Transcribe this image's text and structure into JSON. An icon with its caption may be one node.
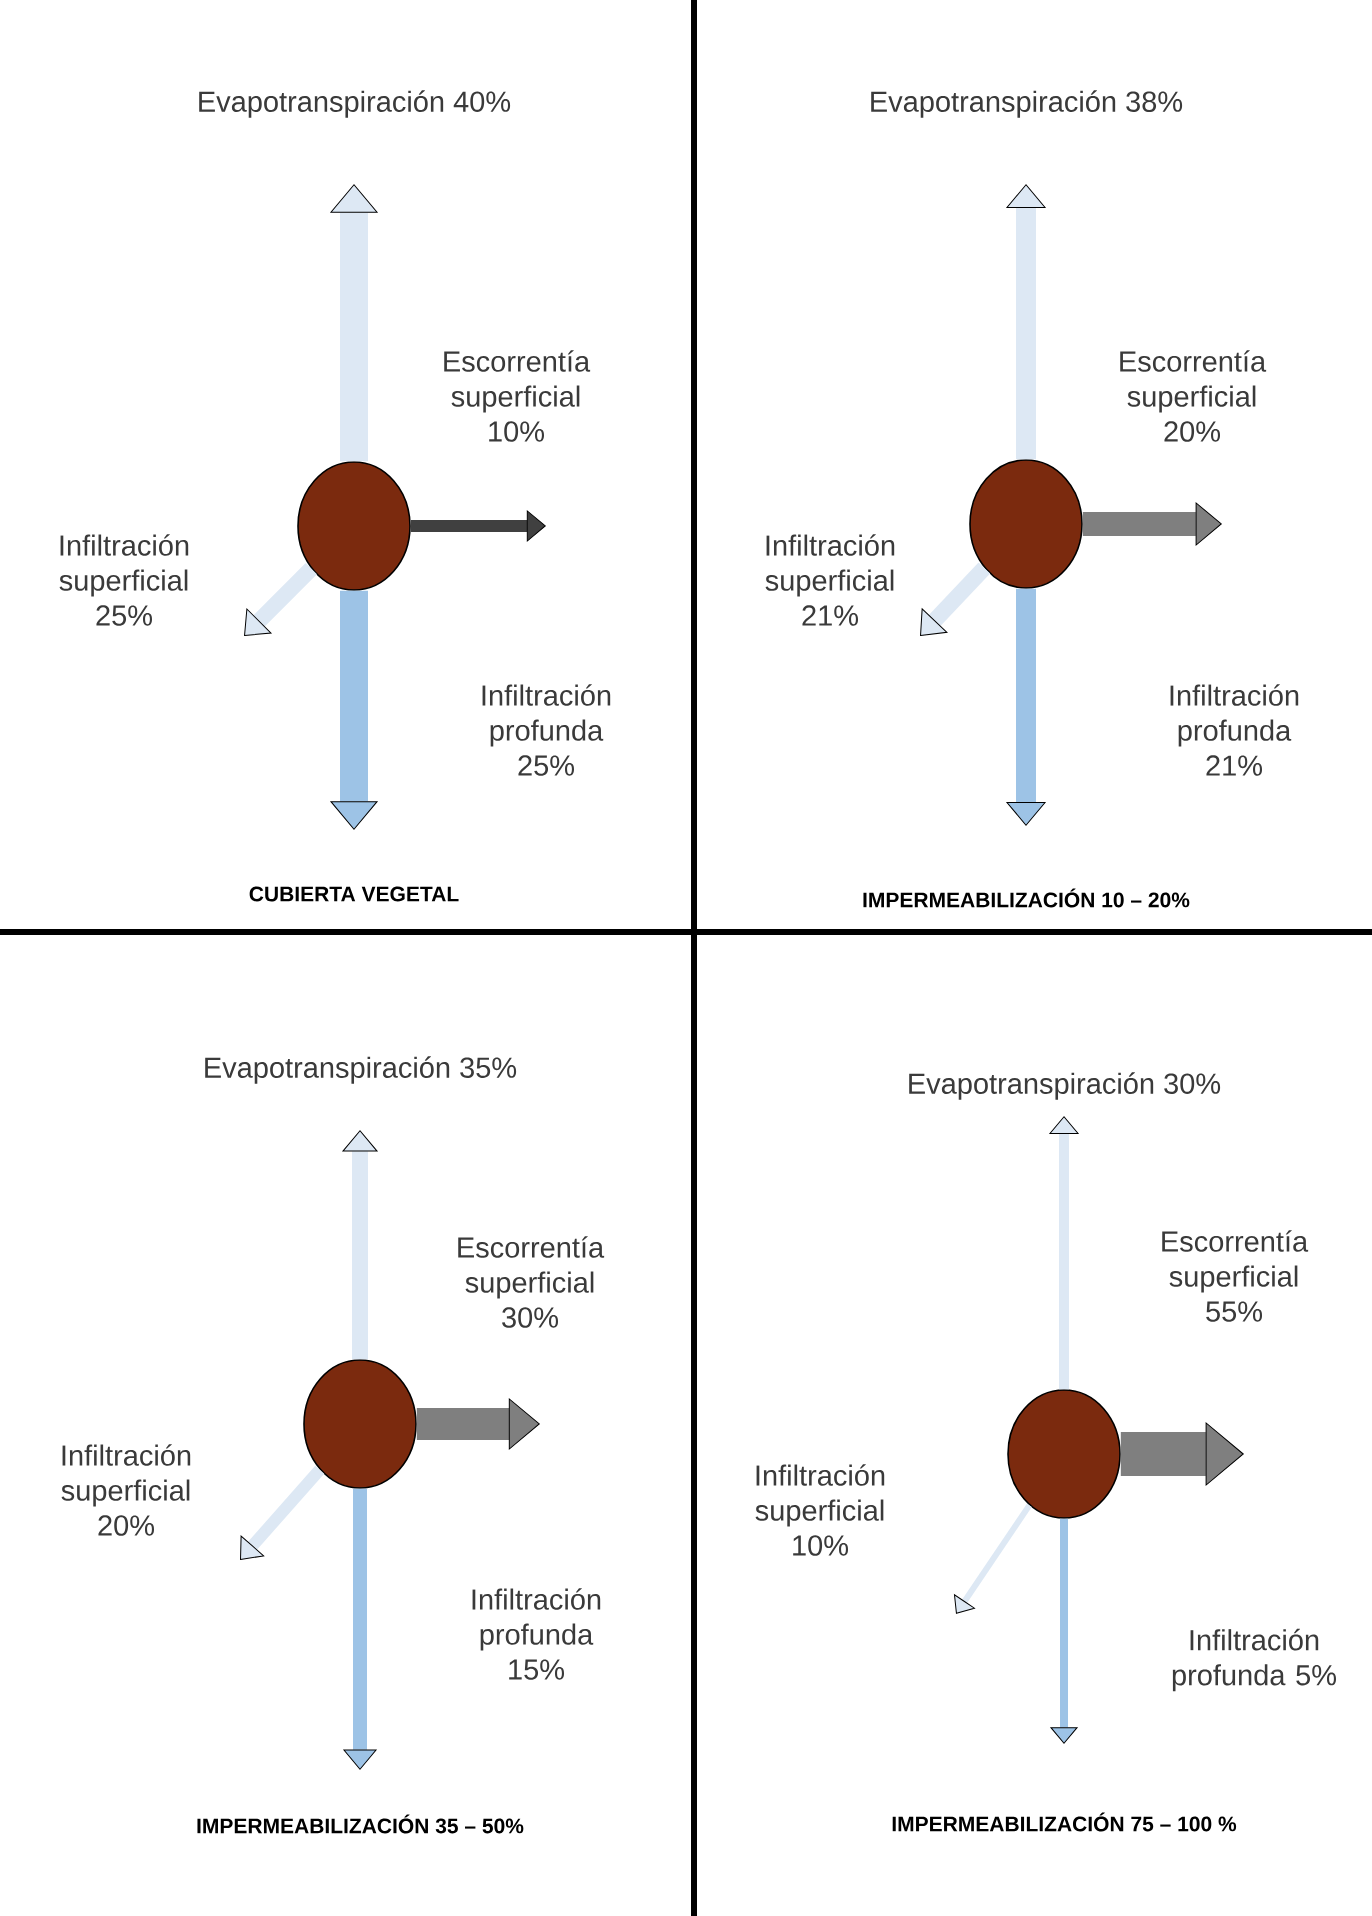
{
  "diagram": {
    "nodes": [
      {
        "text": [],
        "shape": "circle"
      },
      {
        "text": [
          "Evapotranspiración 40%"
        ]
      },
      {
        "text": [
          "Escorrentía superficial 10%"
        ]
      },
      {
        "text": [
          "Infiltración superficial 25%"
        ]
      },
      {
        "text": [
          "Infiltración profunda 25%"
        ]
      },
      {
        "text": [],
        "shape": "circle"
      },
      {
        "text": [
          "Evapotranspiración 38%"
        ]
      },
      {
        "text": [
          "Escorrentía superficial 20%"
        ]
      },
      {
        "text": [
          "Infiltración superficial 21%"
        ]
      },
      {
        "text": [
          "Infiltración profunda 21%"
        ]
      },
      {
        "text": [],
        "shape": "circle"
      },
      {
        "text": [
          "Evapotranspiración 35%"
        ]
      },
      {
        "text": [
          "Escorrentía superficial 30%"
        ]
      },
      {
        "text": [
          "Infiltración superficial 20%"
        ]
      },
      {
        "text": [
          "Infiltración profunda 15%"
        ]
      },
      {
        "text": [],
        "shape": "circle"
      },
      {
        "text": [
          "Evapotranspiración 30%"
        ]
      },
      {
        "text": [
          "Escorrentía superficial 55%"
        ]
      },
      {
        "text": [
          "Infiltración superficial 10%"
        ]
      },
      {
        "text": [
          "Infiltración profunda 5%"
        ]
      }
    ],
    "edges": [
      {
        "from": 0,
        "to": 1,
        "arrow": "to"
      },
      {
        "from": 0,
        "to": 2,
        "arrow": "to",
        "color": "#404040"
      },
      {
        "from": 0,
        "to": 3,
        "arrow": "to"
      },
      {
        "from": 0,
        "to": 4,
        "arrow": "to",
        "color": "#9dc3e6"
      },
      {
        "from": 5,
        "to": 6,
        "arrow": "to"
      },
      {
        "from": 5,
        "to": 7,
        "arrow": "to",
        "color": "#7f7f7f"
      },
      {
        "from": 5,
        "to": 8,
        "arrow": "to"
      },
      {
        "from": 5,
        "to": 9,
        "arrow": "to",
        "color": "#9dc3e6"
      },
      {
        "from": 10,
        "to": 11,
        "arrow": "to"
      },
      {
        "from": 10,
        "to": 12,
        "arrow": "to",
        "style": "thick",
        "color": "#7f7f7f"
      },
      {
        "from": 10,
        "to": 13,
        "arrow": "to"
      },
      {
        "from": 10,
        "to": 14,
        "arrow": "to",
        "color": "#9dc3e6"
      },
      {
        "from": 15,
        "to": 16,
        "arrow": "to"
      },
      {
        "from": 15,
        "to": 17,
        "arrow": "to",
        "style": "thick",
        "color": "#7f7f7f"
      },
      {
        "from": 15,
        "to": 18,
        "arrow": "to"
      },
      {
        "from": 15,
        "to": 19,
        "arrow": "to",
        "color": "#9dc3e6"
      }
    ],
    "labels": [
      "CUBIERTA VEGETAL",
      "IMPERMEABILIZACIÓN 10 – 20%",
      "IMPERMEABILIZACIÓN 35 – 50%",
      "IMPERMEABILIZACIÓN 75 – 100 %"
    ]
  }
}
